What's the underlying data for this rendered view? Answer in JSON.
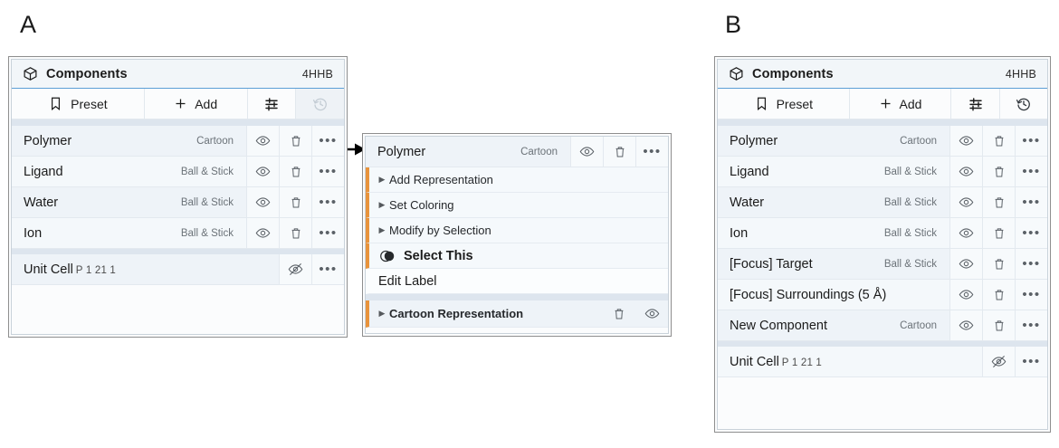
{
  "figure": {
    "panel_a_letter": "A",
    "panel_b_letter": "B"
  },
  "panel_a": {
    "header": {
      "title": "Components",
      "structure_id": "4HHB",
      "icon": "cube-icon"
    },
    "toolbar": [
      {
        "label": "Preset",
        "icon": "bookmark-icon",
        "state": "enabled"
      },
      {
        "label": "Add",
        "icon": "plus-icon",
        "state": "enabled"
      },
      {
        "label": "",
        "icon": "sliders-icon",
        "state": "enabled"
      },
      {
        "label": "",
        "icon": "history-icon",
        "state": "disabled"
      }
    ],
    "rows": [
      {
        "name": "Polymer",
        "representation": "Cartoon",
        "visibility": "visible",
        "actions": [
          "eye-icon",
          "trash-icon",
          "ellipsis-icon"
        ]
      },
      {
        "name": "Ligand",
        "representation": "Ball & Stick",
        "visibility": "visible",
        "actions": [
          "eye-icon",
          "trash-icon",
          "ellipsis-icon"
        ]
      },
      {
        "name": "Water",
        "representation": "Ball & Stick",
        "visibility": "visible",
        "actions": [
          "eye-icon",
          "trash-icon",
          "ellipsis-icon"
        ]
      },
      {
        "name": "Ion",
        "representation": "Ball & Stick",
        "visibility": "visible",
        "actions": [
          "eye-icon",
          "trash-icon",
          "ellipsis-icon"
        ]
      }
    ],
    "footer_row": {
      "name": "Unit Cell",
      "sublabel": "P 1 21 1",
      "representation": "",
      "visibility": "hidden",
      "actions": [
        "eye-off-icon",
        "ellipsis-icon"
      ]
    }
  },
  "context_menu": {
    "header": {
      "name": "Polymer",
      "representation": "Cartoon",
      "actions": [
        "eye-icon",
        "trash-icon",
        "ellipsis-icon"
      ]
    },
    "items": [
      {
        "label": "Add Representation",
        "expandable": true,
        "style": "normal"
      },
      {
        "label": "Set Coloring",
        "expandable": true,
        "style": "normal"
      },
      {
        "label": "Modify by Selection",
        "expandable": true,
        "style": "normal"
      },
      {
        "label": "Select This",
        "expandable": false,
        "style": "toggle",
        "icon": "toggle-icon"
      },
      {
        "label": "Edit Label",
        "expandable": false,
        "style": "plain"
      }
    ],
    "representation_row": {
      "label": "Cartoon Representation",
      "expandable": true,
      "actions": [
        "trash-icon",
        "eye-icon"
      ]
    }
  },
  "panel_b": {
    "header": {
      "title": "Components",
      "structure_id": "4HHB",
      "icon": "cube-icon"
    },
    "toolbar": [
      {
        "label": "Preset",
        "icon": "bookmark-icon",
        "state": "enabled"
      },
      {
        "label": "Add",
        "icon": "plus-icon",
        "state": "enabled"
      },
      {
        "label": "",
        "icon": "sliders-icon",
        "state": "enabled"
      },
      {
        "label": "",
        "icon": "history-icon",
        "state": "enabled"
      }
    ],
    "rows": [
      {
        "name": "Polymer",
        "representation": "Cartoon",
        "visibility": "visible",
        "actions": [
          "eye-icon",
          "trash-icon",
          "ellipsis-icon"
        ]
      },
      {
        "name": "Ligand",
        "representation": "Ball & Stick",
        "visibility": "visible",
        "actions": [
          "eye-icon",
          "trash-icon",
          "ellipsis-icon"
        ]
      },
      {
        "name": "Water",
        "representation": "Ball & Stick",
        "visibility": "visible",
        "actions": [
          "eye-icon",
          "trash-icon",
          "ellipsis-icon"
        ]
      },
      {
        "name": "Ion",
        "representation": "Ball & Stick",
        "visibility": "visible",
        "actions": [
          "eye-icon",
          "trash-icon",
          "ellipsis-icon"
        ]
      },
      {
        "name": "[Focus] Target",
        "representation": "Ball & Stick",
        "visibility": "visible",
        "actions": [
          "eye-icon",
          "trash-icon",
          "ellipsis-icon"
        ]
      },
      {
        "name": "[Focus] Surroundings (5 Å)",
        "representation": "",
        "visibility": "visible",
        "actions": [
          "eye-icon",
          "trash-icon",
          "ellipsis-icon"
        ]
      },
      {
        "name": "New Component",
        "representation": "Cartoon",
        "visibility": "visible",
        "actions": [
          "eye-icon",
          "trash-icon",
          "ellipsis-icon"
        ]
      }
    ],
    "footer_row": {
      "name": "Unit Cell",
      "sublabel": "P 1 21 1",
      "representation": "",
      "visibility": "hidden",
      "actions": [
        "eye-off-icon",
        "ellipsis-icon"
      ]
    }
  },
  "colors": {
    "accent_blue": "#5c9fd6",
    "accent_orange": "#e8933c",
    "row_bg": "#eef3f8",
    "row_bg_alt": "#f4f8fb",
    "panel_border": "#8e8e8e",
    "text": "#1b1b1b",
    "muted_text": "#6b7278"
  }
}
